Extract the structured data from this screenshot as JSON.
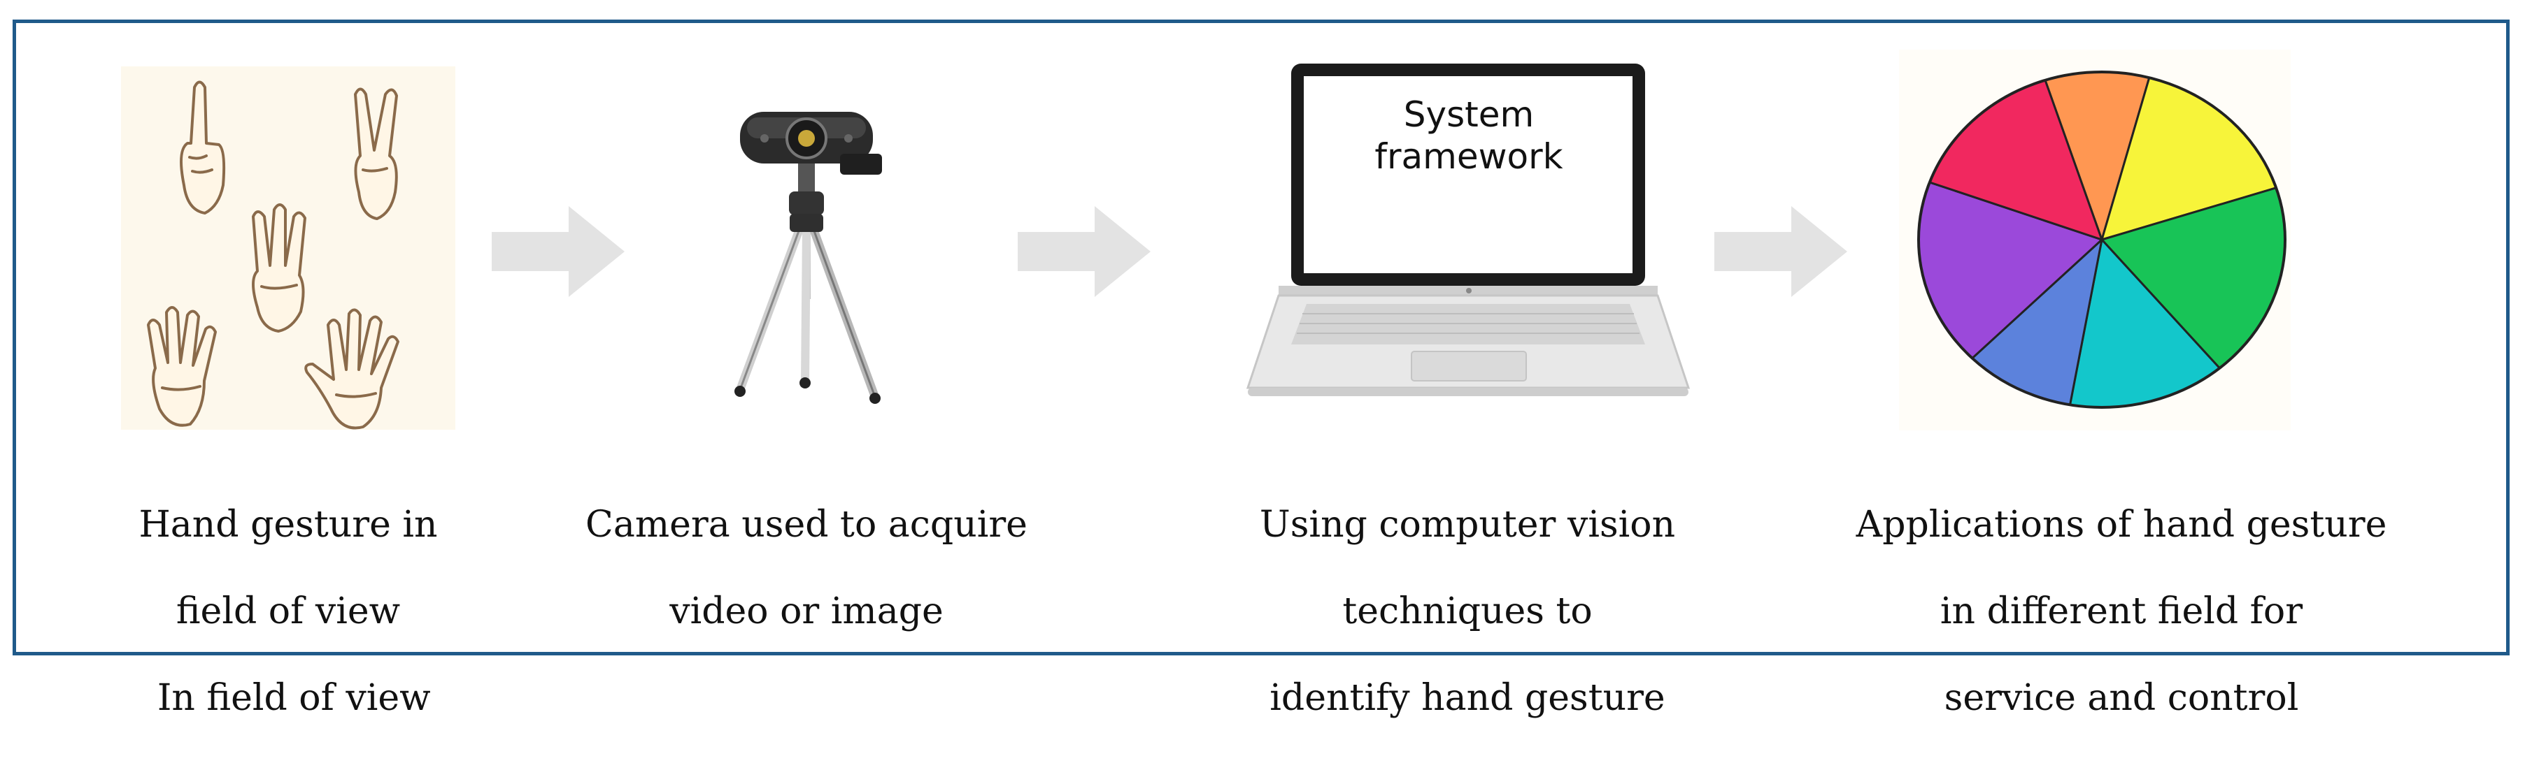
{
  "stages": [
    {
      "id": "hand-gesture",
      "icon": "hand-gestures-icon",
      "caption_lines": [
        "Hand gesture in",
        "field of view",
        " In field of view"
      ]
    },
    {
      "id": "camera",
      "icon": "webcam-tripod-icon",
      "caption_lines": [
        "Camera used to acquire",
        "video or image"
      ]
    },
    {
      "id": "system-framework",
      "icon": "laptop-icon",
      "screen_lines": [
        "System",
        "framework"
      ],
      "caption_lines": [
        "Using computer vision",
        "techniques to",
        "identify hand gesture"
      ]
    },
    {
      "id": "applications",
      "icon": "pie-chart-icon",
      "caption_lines": [
        "Applications of hand gesture",
        "in different field for",
        "service and control"
      ]
    }
  ],
  "arrows": [
    "arrow-right-icon",
    "arrow-right-icon",
    "arrow-right-icon"
  ],
  "colors": {
    "border": "#1f5a8a",
    "arrow": "#e3e3e3",
    "hand_bg": "#fdf8ec",
    "pie": [
      "#ff9752",
      "#f7f43a",
      "#18c457",
      "#13c7cb",
      "#5c82dc",
      "#9b49da",
      "#f1285f"
    ]
  }
}
